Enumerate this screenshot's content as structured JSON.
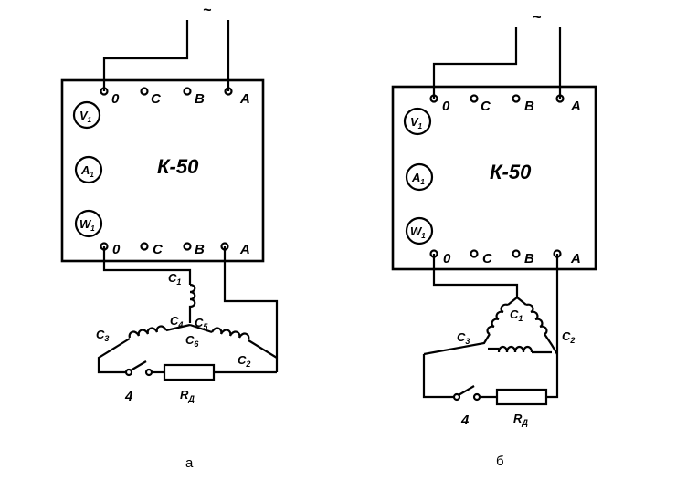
{
  "diagrams": [
    {
      "id": "a",
      "device": "К-50",
      "supply": "~",
      "terminals_top": [
        "0",
        "C",
        "B",
        "A"
      ],
      "terminals_bottom": [
        "0",
        "C",
        "B",
        "A"
      ],
      "meters": [
        "V",
        "A",
        "W"
      ],
      "meter_subscript": "1",
      "coils": [
        "C",
        "C",
        "C",
        "C",
        "C",
        "C"
      ],
      "coil_subscripts": [
        "1",
        "4",
        "5",
        "6",
        "3",
        "2"
      ],
      "switch": "4",
      "resistor": "R",
      "resistor_subscript": "Д",
      "caption": "а"
    },
    {
      "id": "b",
      "device": "К-50",
      "supply": "~",
      "terminals_top": [
        "0",
        "C",
        "B",
        "A"
      ],
      "terminals_bottom": [
        "0",
        "C",
        "B",
        "A"
      ],
      "meters": [
        "V",
        "A",
        "W"
      ],
      "meter_subscript": "1",
      "coils": [
        "C",
        "C",
        "C"
      ],
      "coil_subscripts": [
        "1",
        "3",
        "2"
      ],
      "switch": "4",
      "resistor": "R",
      "resistor_subscript": "Д",
      "caption": "б"
    }
  ]
}
